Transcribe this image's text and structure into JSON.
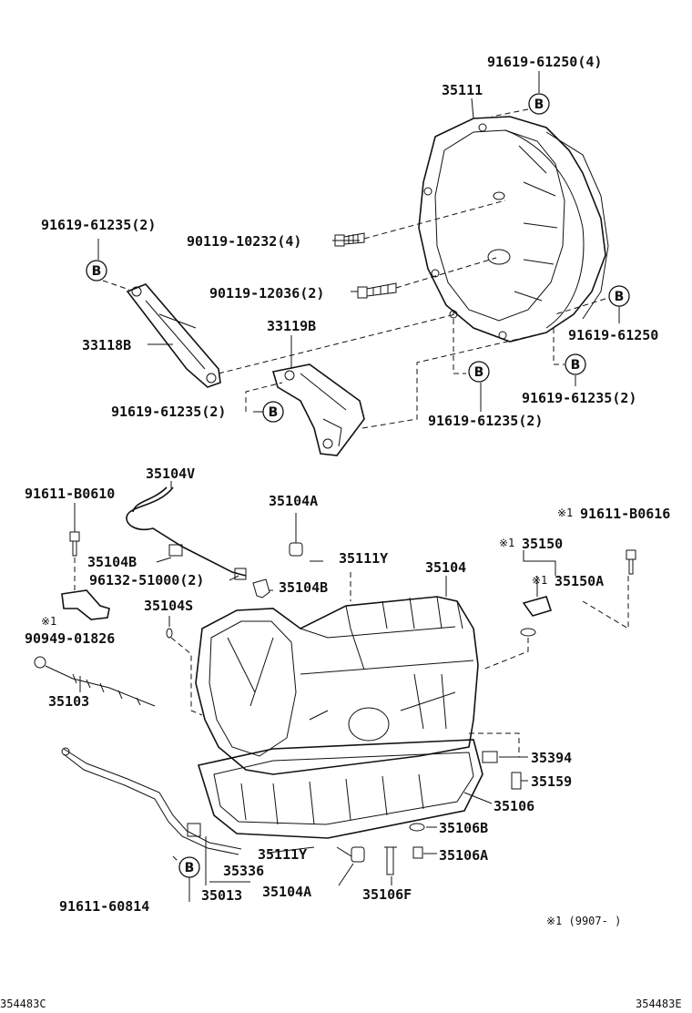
{
  "callouts": {
    "p_91619_61250_4": "91619-61250(4)",
    "p_35111": "35111",
    "p_91619_61235_2_a": "91619-61235(2)",
    "p_90119_10232": "90119-10232(4)",
    "p_90119_12036": "90119-12036(2)",
    "p_33118b": "33118B",
    "p_33119b": "33119B",
    "p_91619_61250": "91619-61250",
    "p_91619_61235_2_b": "91619-61235(2)",
    "p_91619_61235_2_c": "91619-61235(2)",
    "p_91619_61235_2_d": "91619-61235(2)",
    "p_35104v": "35104V",
    "p_91611_b0610": "91611-B0610",
    "p_35104a_top": "35104A",
    "p_35104b_a": "35104B",
    "p_96132": "96132-51000(2)",
    "p_35104b_b": "35104B",
    "p_35111y_top": "35111Y",
    "p_35104": "35104",
    "p_91611_b0616": "91611-B0616",
    "p_35150": "35150",
    "p_35150a": "35150A",
    "p_35104s": "35104S",
    "p_90949": "90949-01826",
    "p_35103": "35103",
    "p_35394": "35394",
    "p_35159": "35159",
    "p_35106": "35106",
    "p_35106b": "35106B",
    "p_35111y_bot": "35111Y",
    "p_35106a": "35106A",
    "p_35336": "35336",
    "p_35013": "35013",
    "p_35104a_bot": "35104A",
    "p_35106f": "35106F",
    "p_91611_60814": "91611-60814"
  },
  "marks": {
    "note_mark": "※1",
    "b_marker": "B"
  },
  "footnote": "※1 (9907-   )",
  "footer": {
    "left_code": "354483C",
    "right_code": "354483E"
  }
}
